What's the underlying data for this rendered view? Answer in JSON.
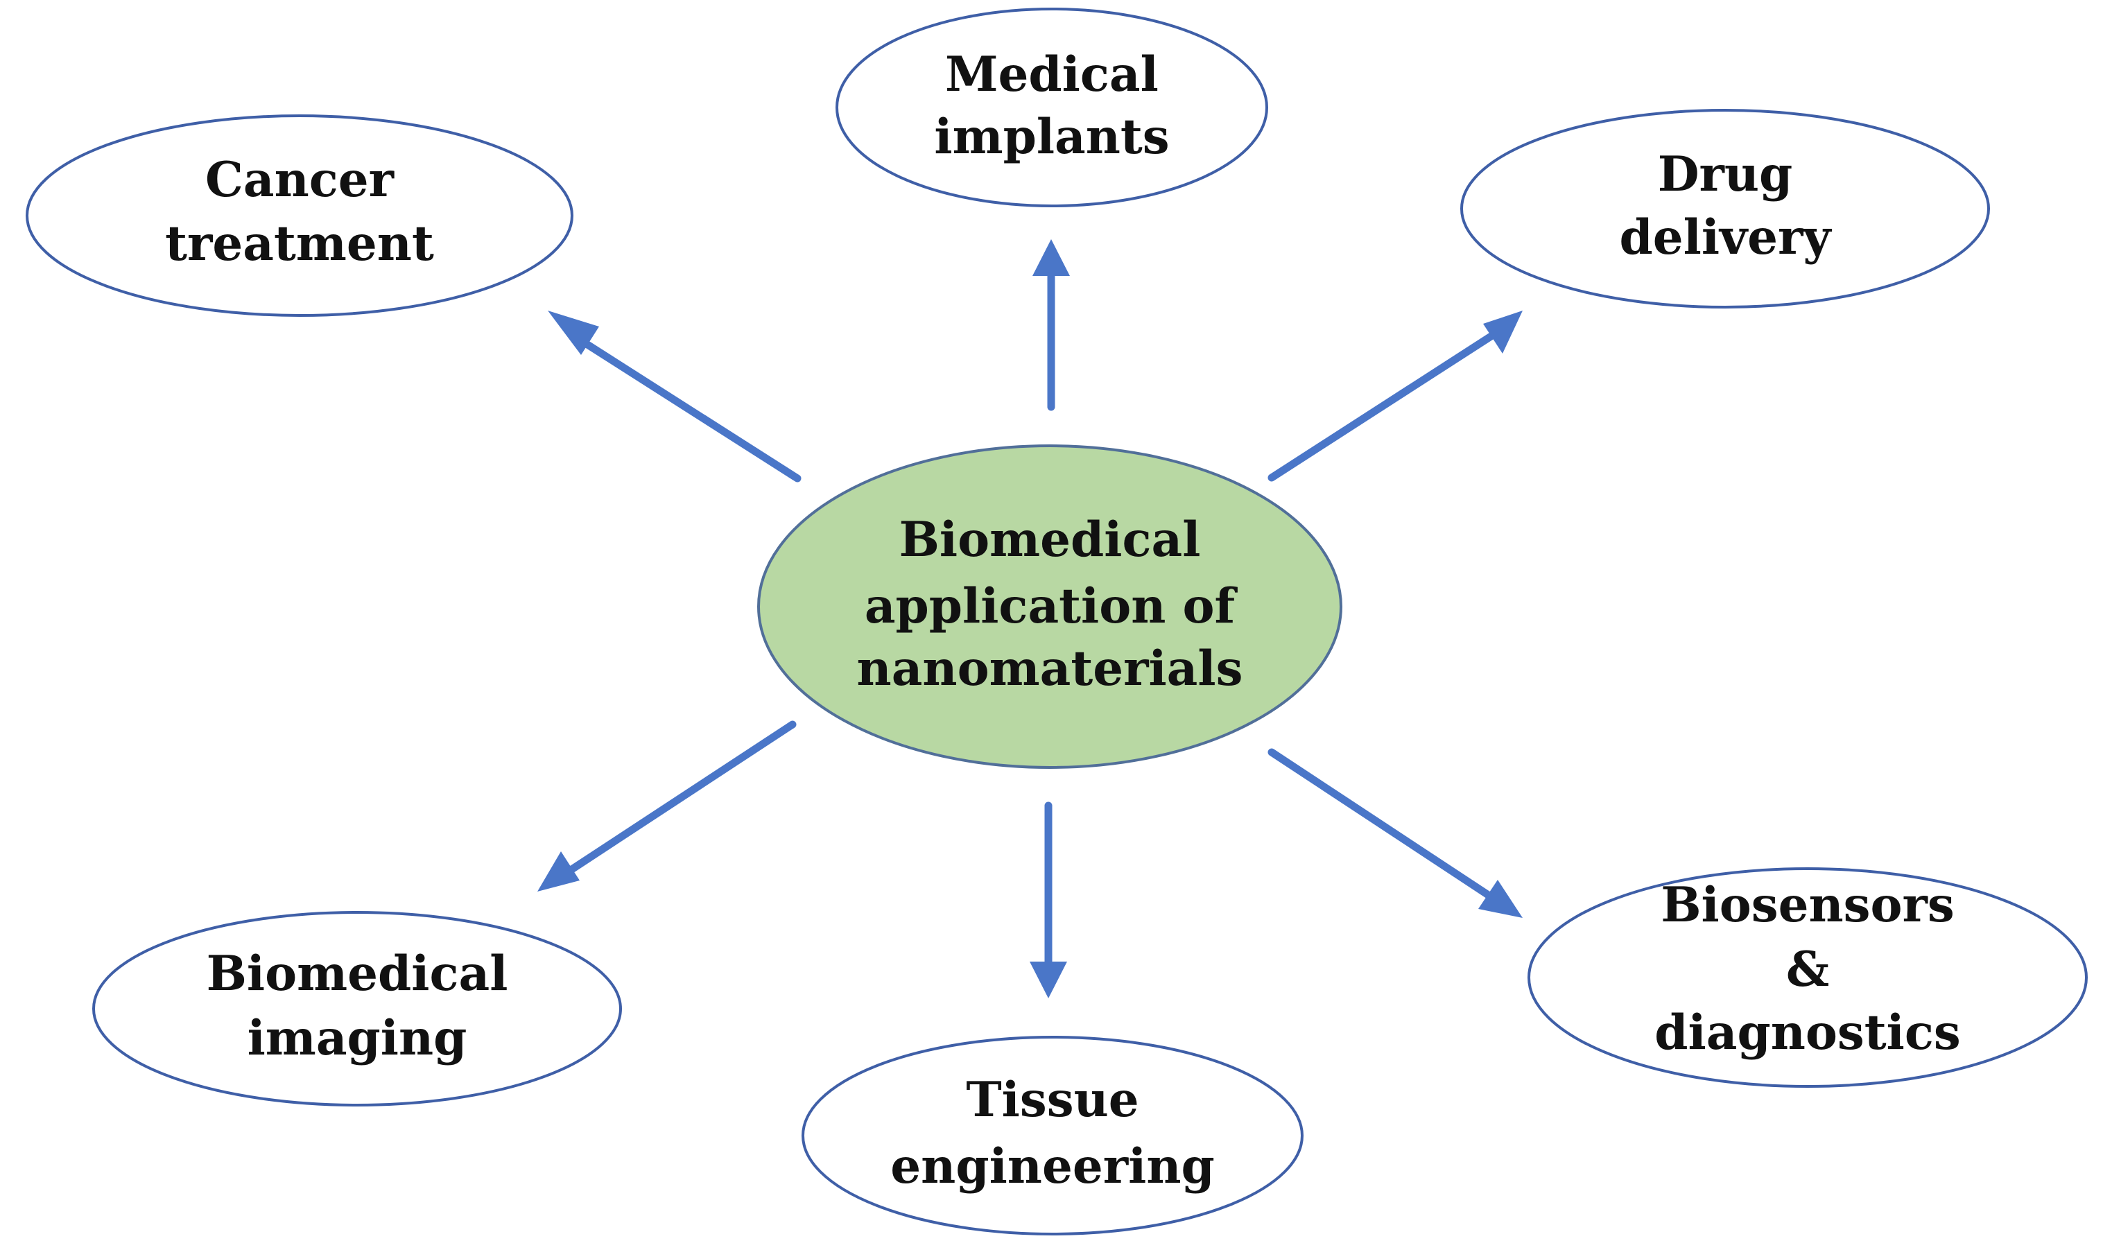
{
  "diagram": {
    "center": {
      "line1": "Biomedical",
      "line2": "application of",
      "line3": "nanomaterials",
      "fill": "#b8d8a3"
    },
    "nodes": {
      "cancer": {
        "line1": "Cancer",
        "line2": "treatment"
      },
      "implants": {
        "line1": "Medical",
        "line2": "implants"
      },
      "drug": {
        "line1": "Drug",
        "line2": "delivery"
      },
      "imaging": {
        "line1": "Biomedical",
        "line2": "imaging"
      },
      "tissue": {
        "line1": "Tissue",
        "line2": "engineering"
      },
      "biosensors": {
        "line1": "Biosensors",
        "line2": "&",
        "line3": "diagnostics"
      }
    },
    "colors": {
      "arrow": "#4a76c8",
      "outline": "#3f5fa7",
      "background": "#ffffff"
    }
  }
}
